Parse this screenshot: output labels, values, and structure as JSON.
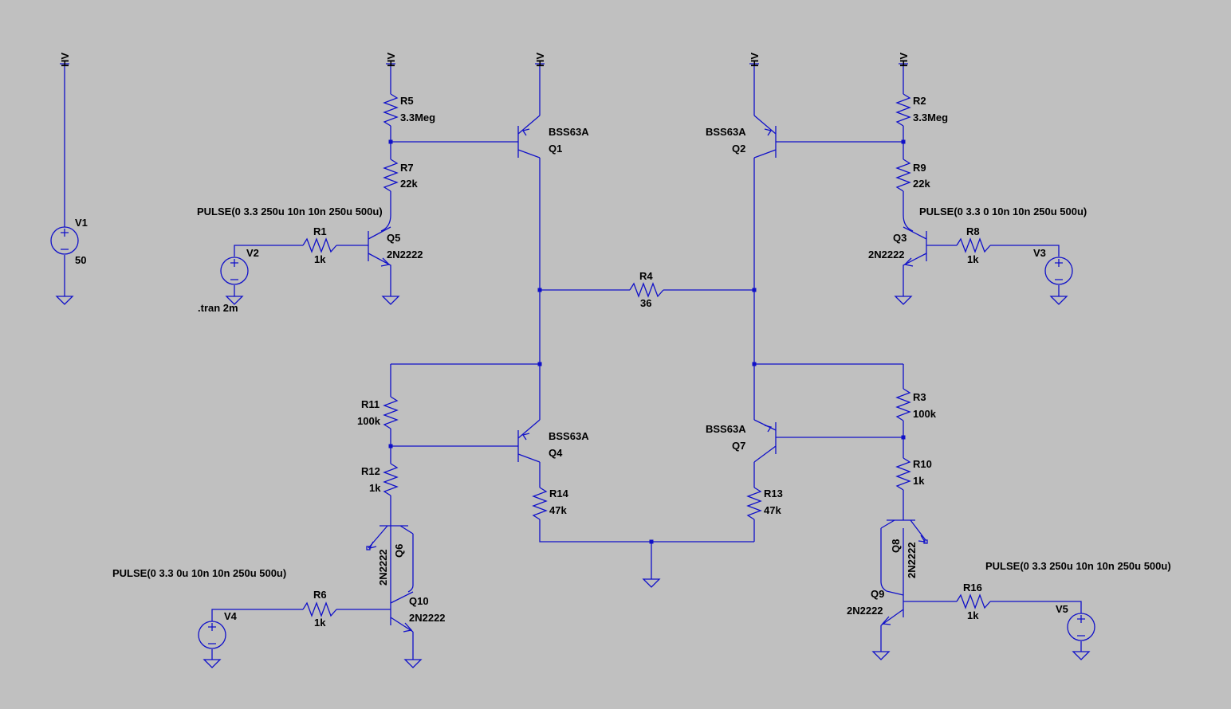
{
  "net_label": "HV",
  "directive": ".tran 2m",
  "sources": {
    "V1": {
      "name": "V1",
      "value": "50"
    },
    "V2": {
      "name": "V2",
      "value": "PULSE(0 3.3 250u 10n 10n 250u 500u)"
    },
    "V3": {
      "name": "V3",
      "value": "PULSE(0 3.3 0 10n 10n 250u 500u)"
    },
    "V4": {
      "name": "V4",
      "value": "PULSE(0 3.3 0u 10n 10n 250u 500u)"
    },
    "V5": {
      "name": "V5",
      "value": "PULSE(0 3.3 250u 10n 10n 250u 500u)"
    }
  },
  "resistors": {
    "R1": {
      "name": "R1",
      "value": "1k"
    },
    "R2": {
      "name": "R2",
      "value": "3.3Meg"
    },
    "R3": {
      "name": "R3",
      "value": "100k"
    },
    "R4": {
      "name": "R4",
      "value": "36"
    },
    "R5": {
      "name": "R5",
      "value": "3.3Meg"
    },
    "R6": {
      "name": "R6",
      "value": "1k"
    },
    "R7": {
      "name": "R7",
      "value": "22k"
    },
    "R8": {
      "name": "R8",
      "value": "1k"
    },
    "R9": {
      "name": "R9",
      "value": "22k"
    },
    "R10": {
      "name": "R10",
      "value": "1k"
    },
    "R11": {
      "name": "R11",
      "value": "100k"
    },
    "R12": {
      "name": "R12",
      "value": "1k"
    },
    "R13": {
      "name": "R13",
      "value": "47k"
    },
    "R14": {
      "name": "R14",
      "value": "47k"
    },
    "R16": {
      "name": "R16",
      "value": "1k"
    }
  },
  "transistors": {
    "Q1": {
      "name": "Q1",
      "model": "BSS63A"
    },
    "Q2": {
      "name": "Q2",
      "model": "BSS63A"
    },
    "Q3": {
      "name": "Q3",
      "model": "2N2222"
    },
    "Q4": {
      "name": "Q4",
      "model": "BSS63A"
    },
    "Q5": {
      "name": "Q5",
      "model": "2N2222"
    },
    "Q6": {
      "name": "Q6",
      "model": "2N2222"
    },
    "Q7": {
      "name": "Q7",
      "model": "BSS63A"
    },
    "Q8": {
      "name": "Q8",
      "model": "2N2222"
    },
    "Q9": {
      "name": "Q9",
      "model": "2N2222"
    },
    "Q10": {
      "name": "Q10",
      "model": "2N2222"
    }
  }
}
